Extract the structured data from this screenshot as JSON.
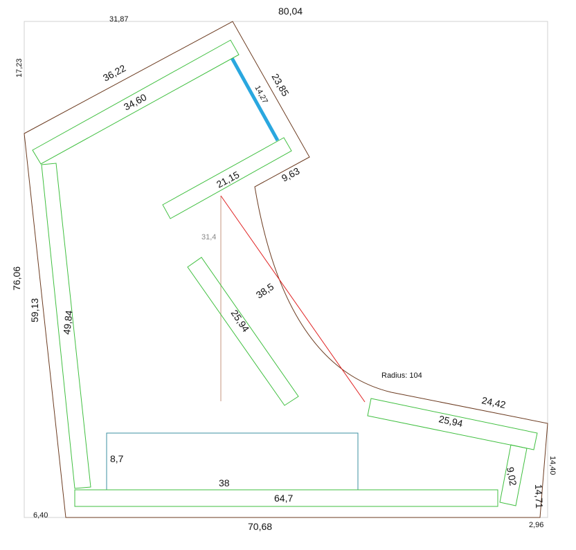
{
  "outer_dimensions": {
    "top_width": "80,04",
    "top_left_offset": "31,87",
    "left_top_offset": "17,23",
    "left_height": "76,06",
    "bottom_left_offset": "6,40",
    "bottom_width": "70,68",
    "bottom_right_offset": "2,96",
    "right_edge_height": "14,40"
  },
  "outline_edges": {
    "upper_left_slope": "36,22",
    "upper_right_slope": "23,85",
    "notch_edge": "9,63",
    "right_shelf": "24,42",
    "right_lower": "14,71"
  },
  "boards": {
    "top_panel": "34,60",
    "left_panel": "49,84",
    "inner_top_panel": "21,15",
    "diagonal_panel": "25,94",
    "right_panel": "25,94",
    "bottom_panel": "64,7",
    "right_small_panel": "9,02"
  },
  "inner_measurements": {
    "left_inner_height": "59,13",
    "blue_bar": "14,27",
    "vertical_guide": "31,4",
    "red_diagonal": "38,5",
    "radius_label": "Radius: 104",
    "box_height": "8,7",
    "box_width": "38"
  },
  "colors": {
    "outline": "#6b3a1f",
    "board": "#3fbf3f",
    "blue_bar": "#2aa7df",
    "red_line": "#e02020",
    "guide": "#d9b7a8",
    "box": "#3b8fa0",
    "frame": "#d0d0d0"
  }
}
